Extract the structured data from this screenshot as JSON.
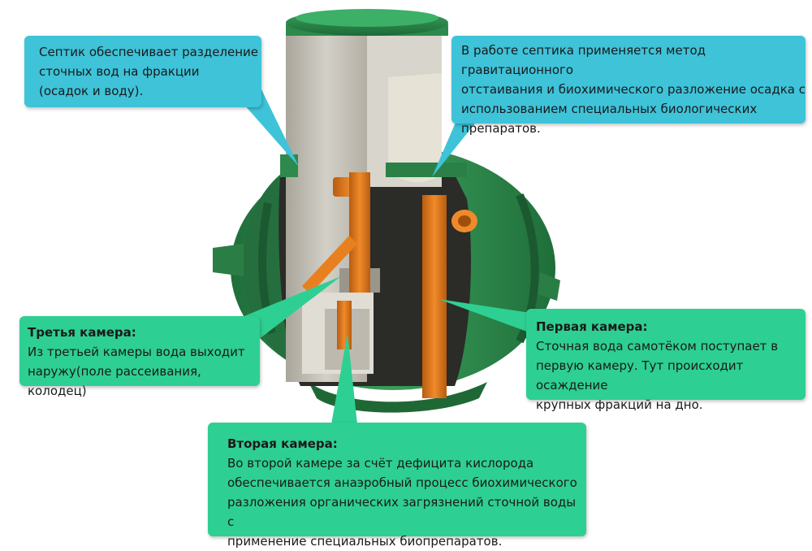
{
  "colors": {
    "callout_blue": "#3ec3d9",
    "callout_green": "#2ecf92",
    "tank_green": "#2f8f4f",
    "chamber_gray": "#c9c6bd",
    "pipe_orange": "#e07a1c"
  },
  "illustration": {
    "name": "septic-tank-cutaway"
  },
  "callouts": {
    "top_left": {
      "body": "Септик обеспечивает разделение\nсточных вод на фракции\n(осадок и воду)."
    },
    "top_right": {
      "body": "В работе септика применяется метод гравитационного\nотстаивания и биохимического разложение осадка с\nиспользованием специальных биологических\nпрепаратов."
    },
    "third": {
      "title": "Третья камера:",
      "body": "Из третьей камеры вода выходит\nнаружу(поле рассеивания, колодец)"
    },
    "first": {
      "title": "Первая камера:",
      "body": "Сточная вода самотёком поступает в\nпервую камеру. Тут происходит осаждение\nкрупных фракций на дно."
    },
    "second": {
      "title": "Вторая камера:",
      "body": "Во второй камере за счёт дефицита кислорода\nобеспечивается анаэробный процесс биохимического\nразложения органических загрязнений сточной воды с\nприменение специальных биопрепаратов."
    }
  }
}
